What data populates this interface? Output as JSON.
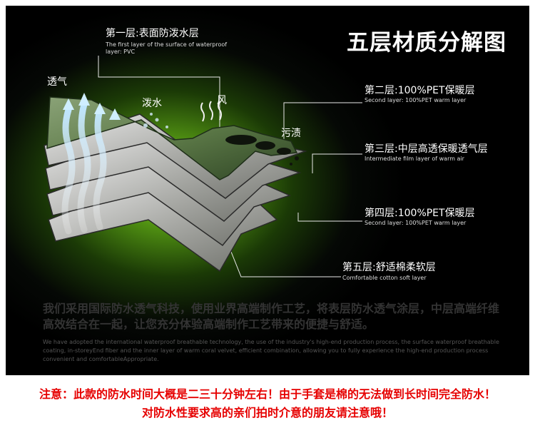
{
  "title": "五层材质分解图",
  "layers": [
    {
      "cn": "第一层:表面防泼水层",
      "en1": "The first layer of the surface of waterproof",
      "en2": "layer: PVC"
    },
    {
      "cn": "第二层:100%PET保暖层",
      "en1": "Second layer: 100%PET warm layer"
    },
    {
      "cn": "第三层:中层高透保暖透气层",
      "en1": "Intermediate film layer of warm air"
    },
    {
      "cn": "第四层:100%PET保暖层",
      "en1": "Second layer: 100%PET warm layer"
    },
    {
      "cn": "第五层:舒适棉柔软层",
      "en1": "Comfortable cotton soft layer"
    }
  ],
  "labels": {
    "breathable": "透气",
    "splash": "泼水",
    "wind": "风",
    "stain": "污渍"
  },
  "description_cn": "我们采用国际防水透气科技，使用业界高端制作工艺，将表层防水透气涂层，中层高端纤维高效结合在一起，让您充分体验高端制作工艺带来的便捷与舒适。",
  "description_en": "We have adopted the international waterproof breathable technology, the use of the industry's high-end production process, the surface waterproof breathable coating, in-storeyEnd fiber and the inner layer of warm coral velvet, efficient combination, allowing you to fully experience the high-end production process convenient and comfortableAppropriate.",
  "notice": {
    "line1": "注意：此款的防水时间大概是二三十分钟左右！由于手套是棉的无法做到长时间完全防水！",
    "line2": "对防水性要求高的亲们拍时介意的朋友请注意哦！"
  },
  "colors": {
    "panel_glow": "#9fe52a",
    "notice_red": "#e60000",
    "arrow_blue": "#bfe6ff"
  }
}
